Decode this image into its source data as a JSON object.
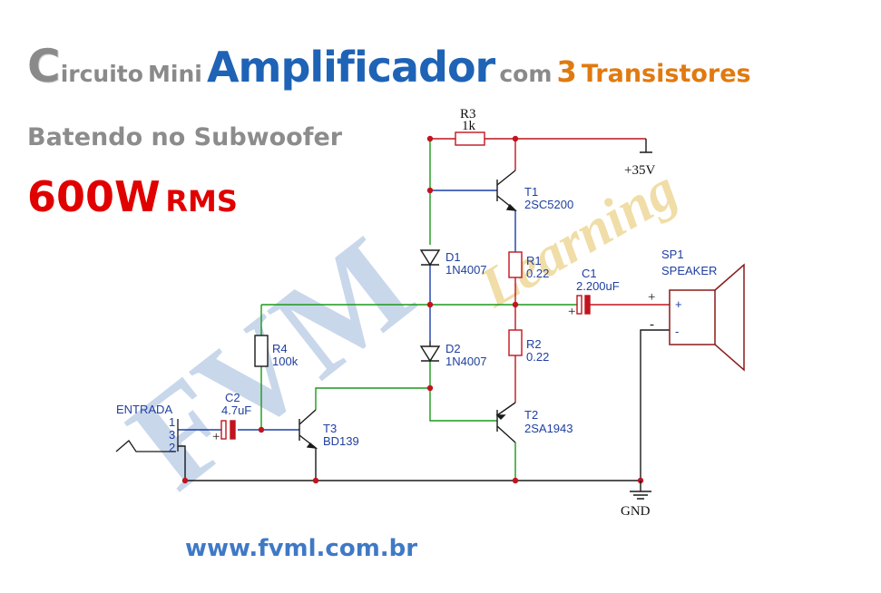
{
  "title": {
    "first_letter": "C",
    "word1_rest": "ircuito",
    "word2": "Mini",
    "word3": "Amplificador",
    "word4": "com",
    "number": "3",
    "word5": "Transistores"
  },
  "subtitle": "Batendo no Subwoofer",
  "power": {
    "value": "600W",
    "unit": "RMS"
  },
  "website": "www.fvml.com.br",
  "watermark": {
    "main": "FVM",
    "secondary": "Learning"
  },
  "components": {
    "r3": {
      "ref": "R3",
      "value": "1k"
    },
    "supply": "+35V",
    "t1": {
      "ref": "T1",
      "part": "2SC5200"
    },
    "d1": {
      "ref": "D1",
      "part": "1N4007"
    },
    "r1": {
      "ref": "R1",
      "value": "0.22"
    },
    "c1": {
      "ref": "C1",
      "value": "2.200uF"
    },
    "sp1": {
      "ref": "SP1",
      "name": "SPEAKER",
      "plus": "+",
      "minus": "-"
    },
    "c1_plus": "+",
    "spk_in_plus": "+",
    "spk_in_minus": "-",
    "r4": {
      "ref": "R4",
      "value": "100k"
    },
    "d2": {
      "ref": "D2",
      "part": "1N4007"
    },
    "r2": {
      "ref": "R2",
      "value": "0.22"
    },
    "c2": {
      "ref": "C2",
      "value": "4.7uF"
    },
    "c2_plus": "+",
    "t3": {
      "ref": "T3",
      "part": "BD139"
    },
    "t2": {
      "ref": "T2",
      "part": "2SA1943"
    },
    "input": {
      "label": "ENTRADA",
      "pin1": "1",
      "pin3": "3",
      "pin2": "2"
    },
    "ground": "GND"
  }
}
